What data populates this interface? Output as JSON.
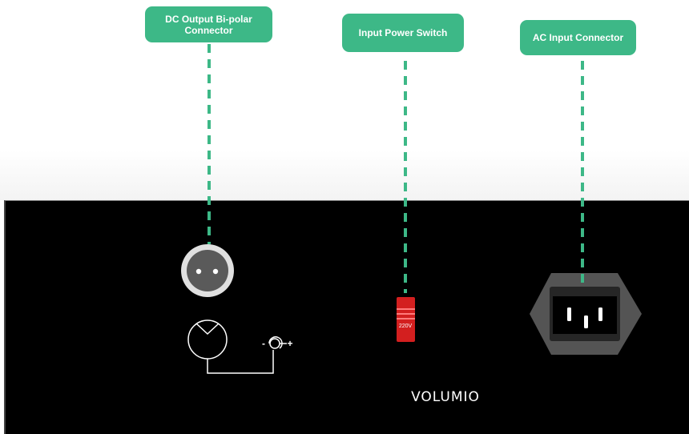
{
  "callouts": {
    "dc_output": "DC Output Bi-polar Connector",
    "power_switch": "Input Power Switch",
    "ac_input": "AC Input Connector"
  },
  "switch": {
    "label": "220V"
  },
  "polarity": {
    "negative": "-",
    "positive": "+"
  },
  "brand": "VOLUMIO",
  "colors": {
    "accent": "#3db887",
    "panel": "#000000",
    "switch": "#d31f1f"
  }
}
